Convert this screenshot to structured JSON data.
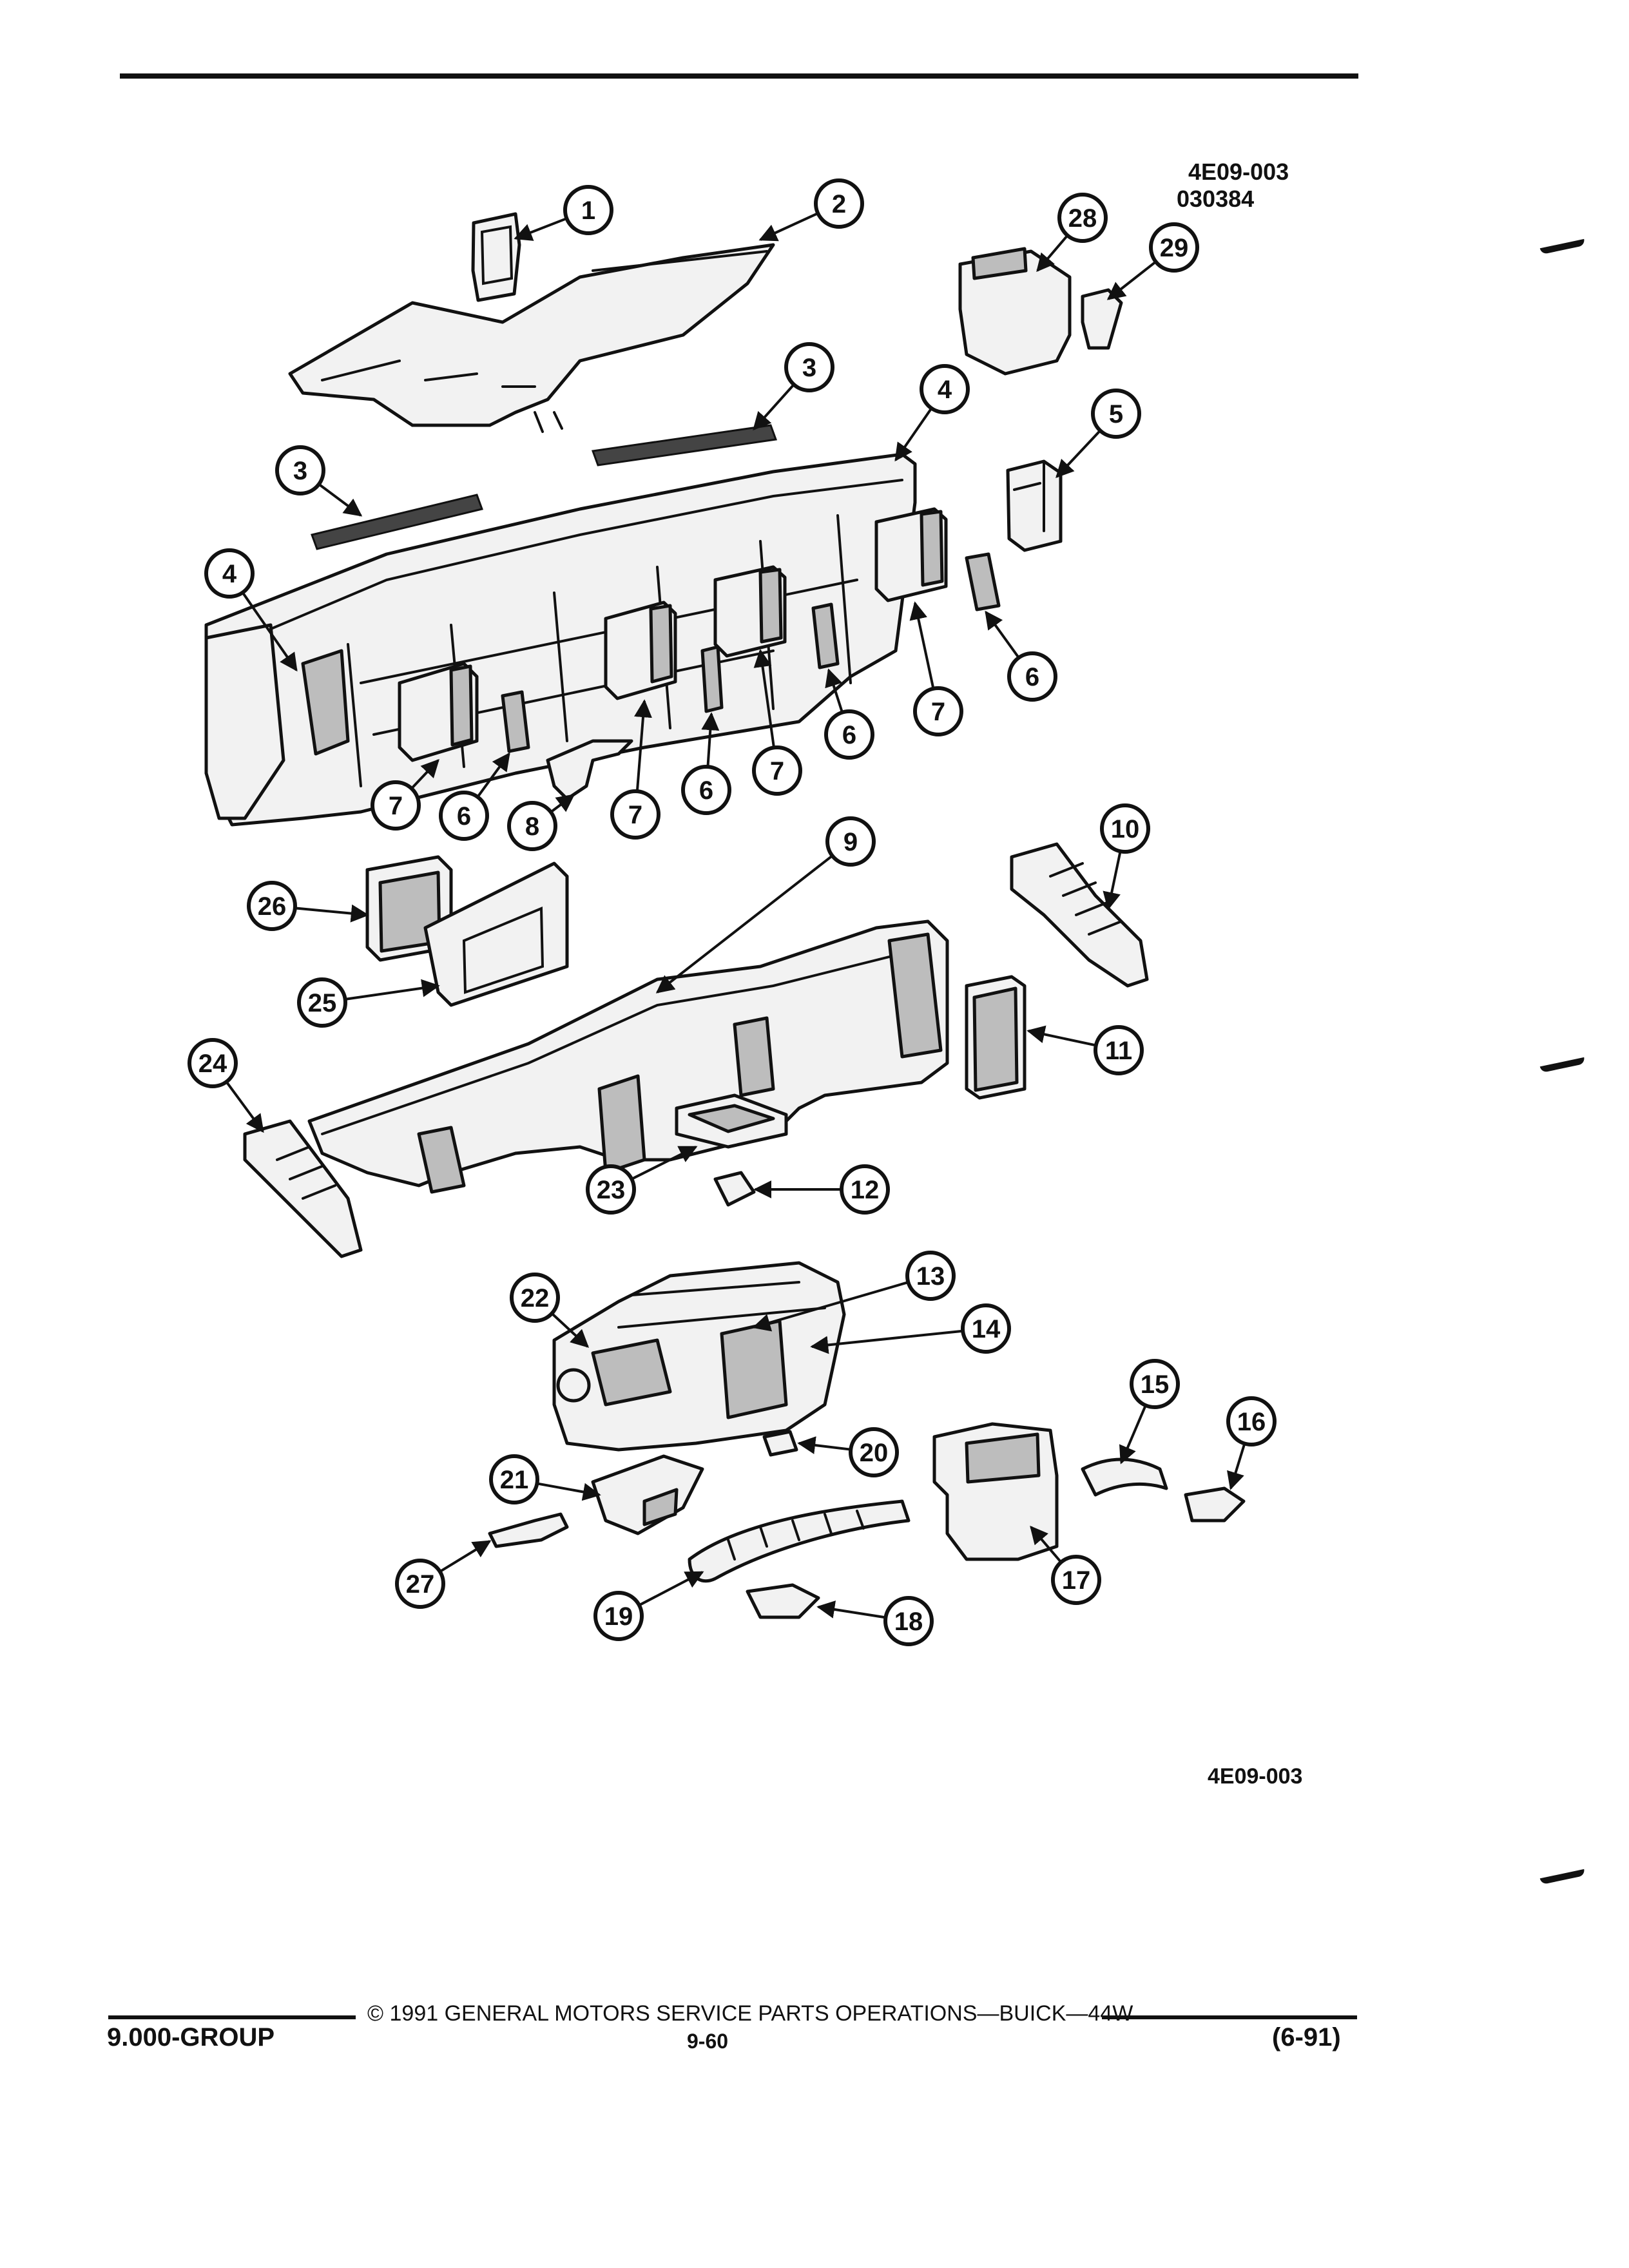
{
  "figure": {
    "code_top": "4E09-003",
    "code_date": "030384",
    "code_bottom": "4E09-003"
  },
  "callouts": [
    {
      "label": "1",
      "name": "part-1"
    },
    {
      "label": "2",
      "name": "part-2"
    },
    {
      "label": "3",
      "name": "part-3a"
    },
    {
      "label": "3",
      "name": "part-3b"
    },
    {
      "label": "4",
      "name": "part-4a"
    },
    {
      "label": "4",
      "name": "part-4b"
    },
    {
      "label": "5",
      "name": "part-5"
    },
    {
      "label": "6",
      "name": "part-6a"
    },
    {
      "label": "6",
      "name": "part-6b"
    },
    {
      "label": "6",
      "name": "part-6c"
    },
    {
      "label": "6",
      "name": "part-6d"
    },
    {
      "label": "7",
      "name": "part-7a"
    },
    {
      "label": "7",
      "name": "part-7b"
    },
    {
      "label": "7",
      "name": "part-7c"
    },
    {
      "label": "7",
      "name": "part-7d"
    },
    {
      "label": "8",
      "name": "part-8"
    },
    {
      "label": "9",
      "name": "part-9"
    },
    {
      "label": "10",
      "name": "part-10"
    },
    {
      "label": "11",
      "name": "part-11"
    },
    {
      "label": "12",
      "name": "part-12"
    },
    {
      "label": "13",
      "name": "part-13"
    },
    {
      "label": "14",
      "name": "part-14"
    },
    {
      "label": "15",
      "name": "part-15"
    },
    {
      "label": "16",
      "name": "part-16"
    },
    {
      "label": "17",
      "name": "part-17"
    },
    {
      "label": "18",
      "name": "part-18"
    },
    {
      "label": "19",
      "name": "part-19"
    },
    {
      "label": "20",
      "name": "part-20"
    },
    {
      "label": "21",
      "name": "part-21"
    },
    {
      "label": "22",
      "name": "part-22"
    },
    {
      "label": "23",
      "name": "part-23"
    },
    {
      "label": "24",
      "name": "part-24"
    },
    {
      "label": "25",
      "name": "part-25"
    },
    {
      "label": "26",
      "name": "part-26"
    },
    {
      "label": "27",
      "name": "part-27"
    },
    {
      "label": "28",
      "name": "part-28"
    },
    {
      "label": "29",
      "name": "part-29"
    }
  ],
  "footer": {
    "copyright": "© 1991 GENERAL MOTORS SERVICE PARTS OPERATIONS—BUICK—44W",
    "group": "9.000-GROUP",
    "page_number": "9-60",
    "revision": "(6-91)"
  }
}
